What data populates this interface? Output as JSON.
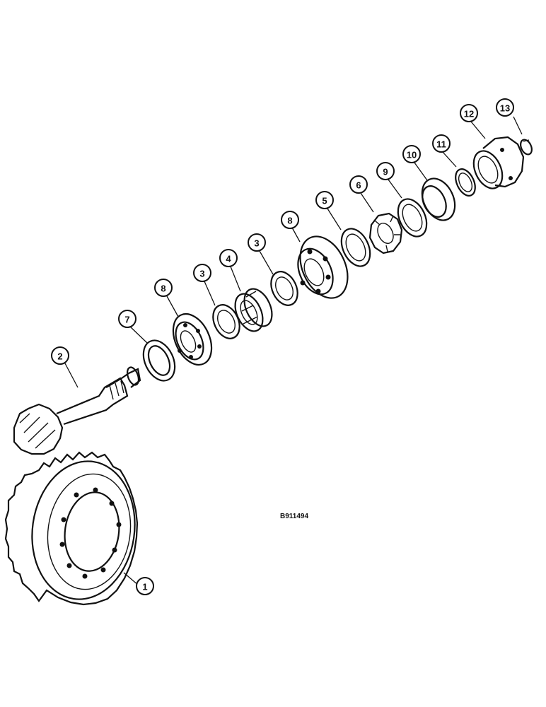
{
  "diagram": {
    "reference_code": "B911494",
    "callouts": [
      {
        "id": "c1",
        "label": "1"
      },
      {
        "id": "c2",
        "label": "2"
      },
      {
        "id": "c7",
        "label": "7"
      },
      {
        "id": "c8a",
        "label": "8"
      },
      {
        "id": "c3a",
        "label": "3"
      },
      {
        "id": "c4",
        "label": "4"
      },
      {
        "id": "c3b",
        "label": "3"
      },
      {
        "id": "c8b",
        "label": "8"
      },
      {
        "id": "c5",
        "label": "5"
      },
      {
        "id": "c6",
        "label": "6"
      },
      {
        "id": "c9",
        "label": "9"
      },
      {
        "id": "c10",
        "label": "10"
      },
      {
        "id": "c11",
        "label": "11"
      },
      {
        "id": "c12",
        "label": "12"
      },
      {
        "id": "c13",
        "label": "13"
      }
    ]
  }
}
